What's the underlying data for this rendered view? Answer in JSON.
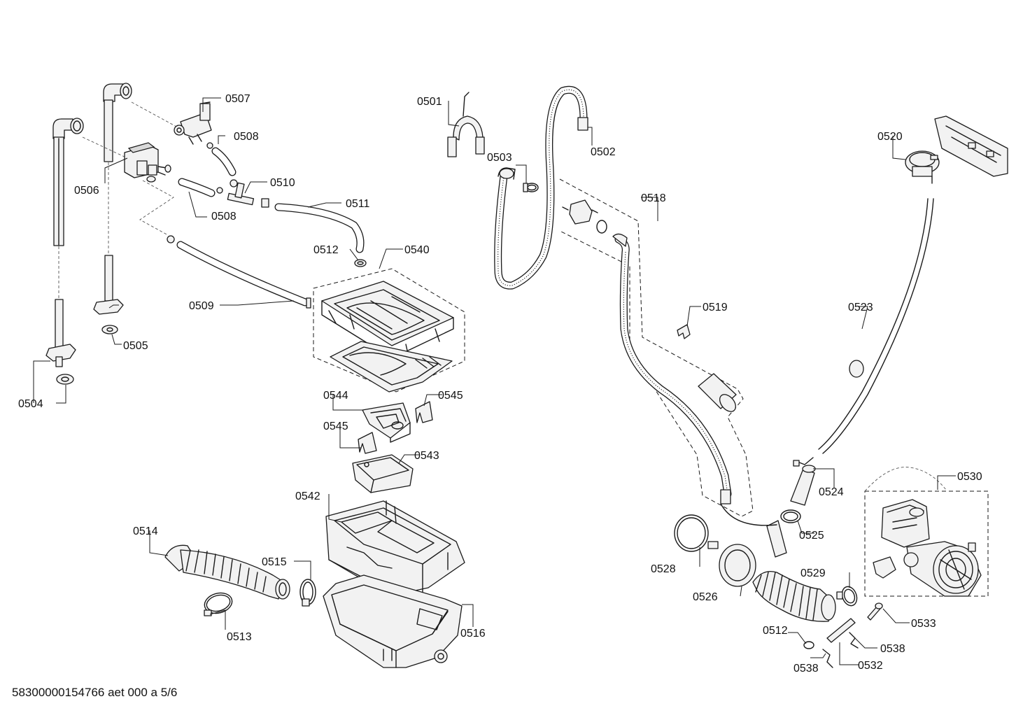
{
  "labels": {
    "p0501": "0501",
    "p0502": "0502",
    "p0503": "0503",
    "p0504": "0504",
    "p0505": "0505",
    "p0506": "0506",
    "p0507": "0507",
    "p0508a": "0508",
    "p0508b": "0508",
    "p0509": "0509",
    "p0510": "0510",
    "p0511": "0511",
    "p0512a": "0512",
    "p0512b": "0512",
    "p0513": "0513",
    "p0514": "0514",
    "p0515": "0515",
    "p0516": "0516",
    "p0518": "0518",
    "p0519": "0519",
    "p0520": "0520",
    "p0523": "0523",
    "p0524": "0524",
    "p0525": "0525",
    "p0526": "0526",
    "p0528": "0528",
    "p0529": "0529",
    "p0530": "0530",
    "p0532": "0532",
    "p0533": "0533",
    "p0538a": "0538",
    "p0538b": "0538",
    "p0540": "0540",
    "p0542": "0542",
    "p0543": "0543",
    "p0544": "0544",
    "p0545a": "0545",
    "p0545b": "0545"
  },
  "footer": {
    "code": "58300000154766 aet 000 a 5/6"
  }
}
